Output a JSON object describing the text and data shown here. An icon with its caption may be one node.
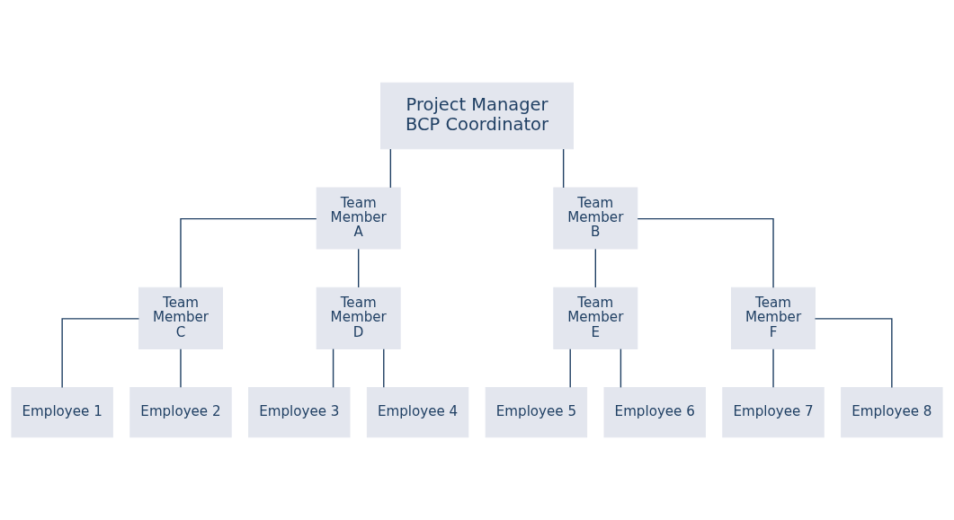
{
  "diagram": {
    "nodes": [
      {
        "text": [
          "Project Manager",
          "BCP Coordinator"
        ]
      },
      {
        "text": [
          "Team Member A"
        ]
      },
      {
        "text": [
          "Team Member B"
        ]
      },
      {
        "text": [
          "Team Member C"
        ]
      },
      {
        "text": [
          "Team Member D"
        ]
      },
      {
        "text": [
          "Team Member E"
        ]
      },
      {
        "text": [
          "Team Member F"
        ]
      },
      {
        "text": [
          "Employee 1"
        ]
      },
      {
        "text": [
          "Employee 2"
        ]
      },
      {
        "text": [
          "Employee 3"
        ]
      },
      {
        "text": [
          "Employee 4"
        ]
      },
      {
        "text": [
          "Employee 5"
        ]
      },
      {
        "text": [
          "Employee 6"
        ]
      },
      {
        "text": [
          "Employee 7"
        ]
      },
      {
        "text": [
          "Employee 8"
        ]
      }
    ],
    "edges": [
      {
        "from": 0,
        "to": 1,
        "arrow": "none"
      },
      {
        "from": 0,
        "to": 2,
        "arrow": "none"
      },
      {
        "from": 1,
        "to": 3,
        "arrow": "none"
      },
      {
        "from": 1,
        "to": 4,
        "arrow": "none"
      },
      {
        "from": 2,
        "to": 5,
        "arrow": "none"
      },
      {
        "from": 2,
        "to": 6,
        "arrow": "none"
      },
      {
        "from": 3,
        "to": 7,
        "arrow": "none"
      },
      {
        "from": 3,
        "to": 8,
        "arrow": "none"
      },
      {
        "from": 4,
        "to": 9,
        "arrow": "none"
      },
      {
        "from": 4,
        "to": 10,
        "arrow": "none"
      },
      {
        "from": 5,
        "to": 11,
        "arrow": "none"
      },
      {
        "from": 5,
        "to": 12,
        "arrow": "none"
      },
      {
        "from": 6,
        "to": 13,
        "arrow": "none"
      },
      {
        "from": 6,
        "to": 14,
        "arrow": "none"
      }
    ]
  }
}
